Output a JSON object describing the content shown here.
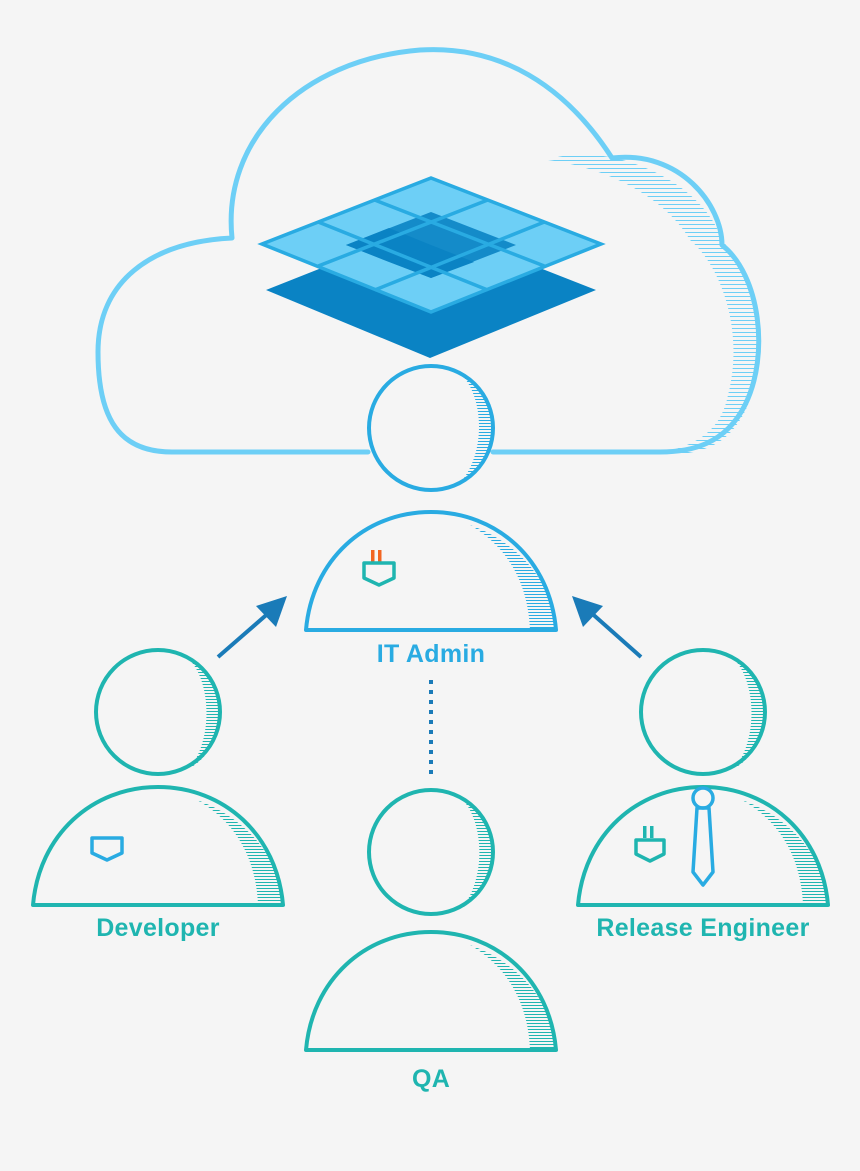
{
  "colors": {
    "background": "#f5f5f5",
    "cloud": "#6dcff6",
    "admin": "#29abe2",
    "team": "#1fb5b0",
    "arrow": "#1a7bb8",
    "tile_light": "#6dcff6",
    "tile_dark": "#0a83c4",
    "tile_grid": "#29abe2",
    "badge_accent": "#f26522"
  },
  "roles": {
    "it_admin": {
      "label": "IT Admin"
    },
    "developer": {
      "label": "Developer"
    },
    "qa": {
      "label": "QA"
    },
    "release_engineer": {
      "label": "Release Engineer"
    }
  },
  "icons": {
    "cloud": "cloud-icon",
    "platform": "layered-tiles-icon",
    "badge": "pocket-badge-icon",
    "tie": "necktie-icon"
  }
}
